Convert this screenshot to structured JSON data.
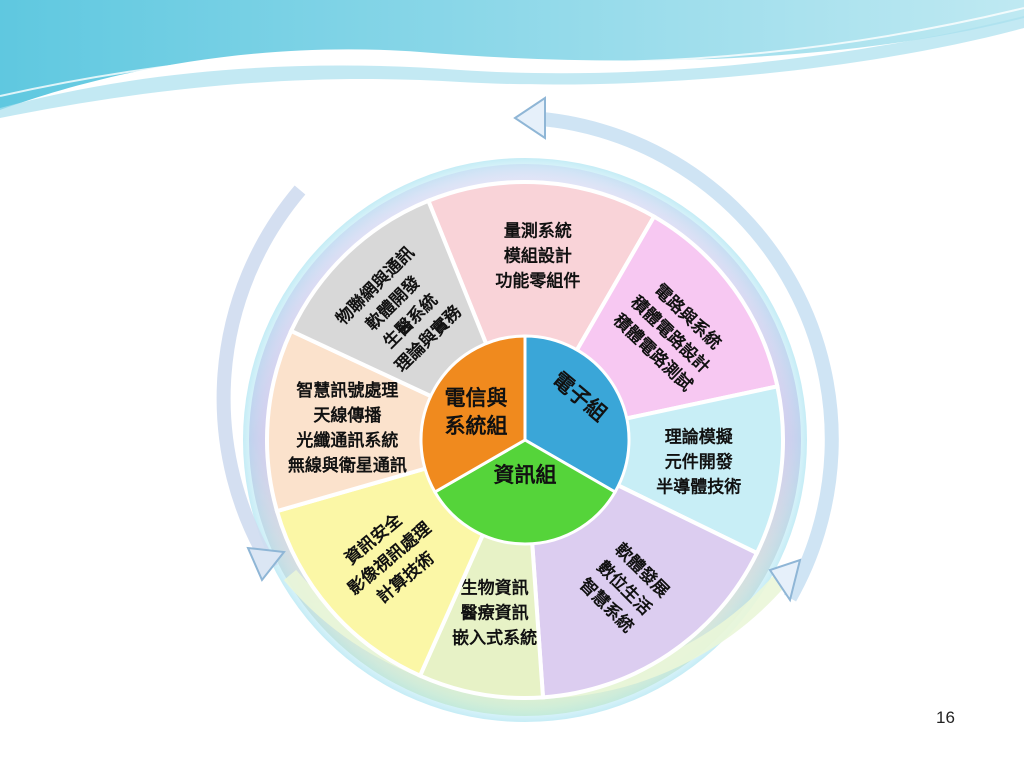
{
  "page_number": "16",
  "diagram": {
    "groups": {
      "telecom": [
        "電信與",
        "系統組"
      ],
      "electronics": "電子組",
      "information": "資訊組"
    },
    "segments": [
      {
        "id": "measurement",
        "lines": [
          "量測系統",
          "模組設計",
          "功能零組件"
        ],
        "color": "#f9d3d8"
      },
      {
        "id": "circuits",
        "lines": [
          "電路與系統",
          "積體電路設計",
          "積體電路測試"
        ],
        "color": "#f7c8f2"
      },
      {
        "id": "theory",
        "lines": [
          "理論模擬",
          "元件開發",
          "半導體技術"
        ],
        "color": "#c8eef6"
      },
      {
        "id": "software",
        "lines": [
          "軟體發展",
          "數位生活",
          "智慧系統"
        ],
        "color": "#dccdf0"
      },
      {
        "id": "bio",
        "lines": [
          "生物資訊",
          "醫療資訊",
          "嵌入式系統"
        ],
        "color": "#e7f2c6"
      },
      {
        "id": "security",
        "lines": [
          "資訊安全",
          "影像視訊處理",
          "計算技術"
        ],
        "color": "#fbf7a6"
      },
      {
        "id": "signal",
        "lines": [
          "智慧訊號處理",
          "天線傳播",
          "光纖通訊系統",
          "無線與衛星通訊"
        ],
        "color": "#fbe2cc"
      },
      {
        "id": "iot",
        "lines": [
          "物聯網與通訊",
          "軟體開發",
          "生醫系統",
          "理論與實務"
        ],
        "color": "#d8d8d8"
      }
    ],
    "colors": {
      "telecom": "#f08a1e",
      "electronics": "#3aa6d8",
      "information": "#55d43a",
      "outer_ring": "#c9b6e6",
      "arrow": "#dde8f4"
    }
  }
}
